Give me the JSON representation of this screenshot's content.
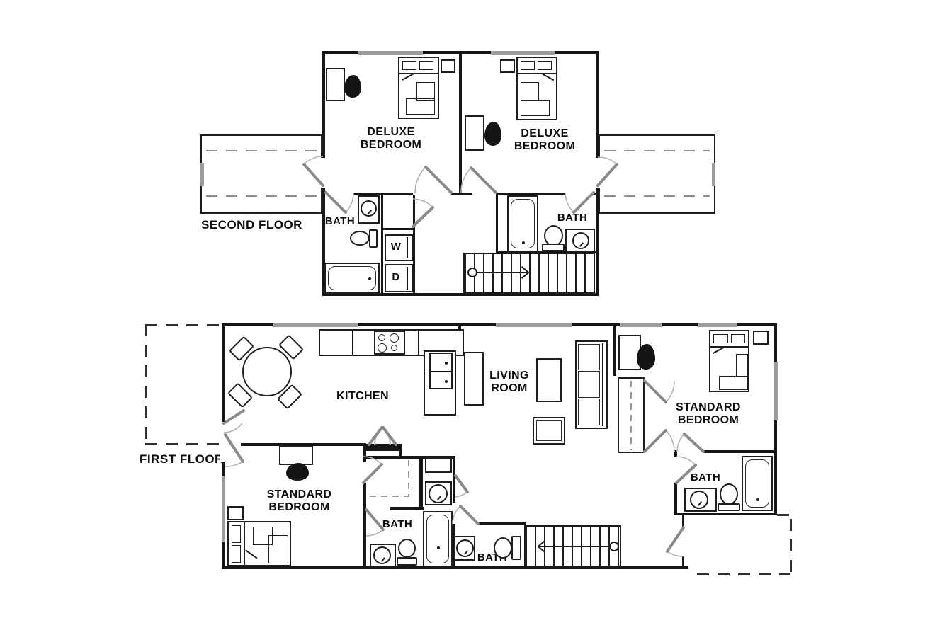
{
  "colors": {
    "line": "#161616",
    "window_gray": "#9c9c9c",
    "door_gray": "#8a8a8a",
    "background": "#ffffff"
  },
  "second_floor": {
    "floor_label": "SECOND FLOOR",
    "rooms": [
      {
        "id": "deluxe-bedroom-left",
        "label": "DELUXE BEDROOM"
      },
      {
        "id": "deluxe-bedroom-right",
        "label": "DELUXE BEDROOM"
      },
      {
        "id": "bath-left",
        "label": "BATH"
      },
      {
        "id": "bath-right",
        "label": "BATH"
      }
    ],
    "appliances": {
      "washer": "W",
      "dryer": "D"
    }
  },
  "first_floor": {
    "floor_label": "FIRST FLOOR",
    "rooms": [
      {
        "id": "kitchen",
        "label": "KITCHEN"
      },
      {
        "id": "living-room",
        "label": "LIVING ROOM"
      },
      {
        "id": "standard-bedroom-left",
        "label": "STANDARD BEDROOM"
      },
      {
        "id": "standard-bedroom-right",
        "label": "STANDARD BEDROOM"
      },
      {
        "id": "bath-middle",
        "label": "BATH"
      },
      {
        "id": "bath-half",
        "label": "BATH"
      },
      {
        "id": "bath-right",
        "label": "BATH"
      }
    ]
  }
}
